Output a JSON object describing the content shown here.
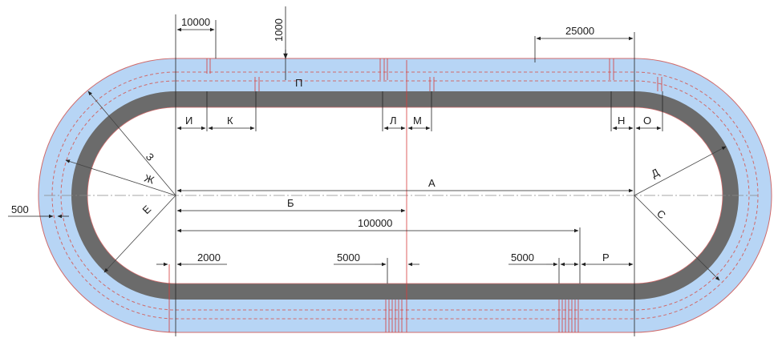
{
  "colors": {
    "outer_fill": "#b7d5f5",
    "track_band": "#6b6b6b",
    "infield": "#ffffff",
    "red_line": "#d63a3a",
    "dim_line": "#222222"
  },
  "dimensions": {
    "d10000": "10000",
    "d1000": "1000",
    "d25000": "25000",
    "d500": "500",
    "d2000": "2000",
    "d5000a": "5000",
    "d5000b": "5000",
    "d100000": "100000"
  },
  "labels": {
    "P_top": "П",
    "I": "И",
    "K": "К",
    "L": "Л",
    "M": "М",
    "N": "Н",
    "O": "О",
    "A": "А",
    "B": "Б",
    "D": "Д",
    "S": "С",
    "Zh": "Ж",
    "Ye": "Е",
    "Z": "З",
    "R": "Р"
  }
}
